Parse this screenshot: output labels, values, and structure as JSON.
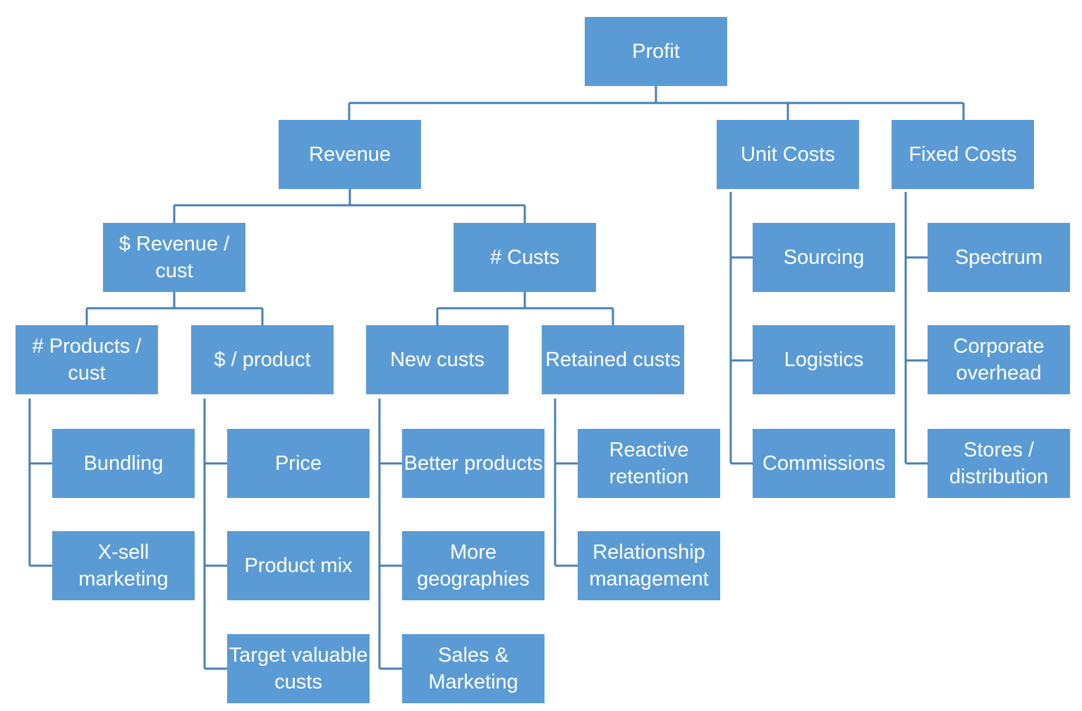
{
  "diagram": {
    "type": "tree",
    "colors": {
      "box_fill": "#5b9bd5",
      "text": "#ffffff",
      "connector": "#4a7fb5",
      "background": "#ffffff"
    },
    "nodes": {
      "profit": "Profit",
      "revenue": "Revenue",
      "unit_costs": "Unit Costs",
      "fixed_costs": "Fixed Costs",
      "revenue_per_cust": "$ Revenue / cust",
      "num_custs": "# Custs",
      "products_per_cust": "# Products / cust",
      "dollar_per_product": "$ / product",
      "new_custs": "New custs",
      "retained_custs": "Retained custs",
      "bundling": "Bundling",
      "xsell_marketing": "X-sell marketing",
      "price": "Price",
      "product_mix": "Product mix",
      "target_valuable_custs": "Target valuable custs",
      "better_products": "Better products",
      "more_geographies": "More geographies",
      "sales_marketing": "Sales & Marketing",
      "reactive_retention": "Reactive retention",
      "relationship_management": "Relationship management",
      "sourcing": "Sourcing",
      "logistics": "Logistics",
      "commissions": "Commissions",
      "spectrum": "Spectrum",
      "corporate_overhead": "Corporate overhead",
      "stores_distribution": "Stores / distribution"
    },
    "edges": [
      [
        "profit",
        "revenue"
      ],
      [
        "profit",
        "unit_costs"
      ],
      [
        "profit",
        "fixed_costs"
      ],
      [
        "revenue",
        "revenue_per_cust"
      ],
      [
        "revenue",
        "num_custs"
      ],
      [
        "revenue_per_cust",
        "products_per_cust"
      ],
      [
        "revenue_per_cust",
        "dollar_per_product"
      ],
      [
        "num_custs",
        "new_custs"
      ],
      [
        "num_custs",
        "retained_custs"
      ],
      [
        "products_per_cust",
        "bundling"
      ],
      [
        "products_per_cust",
        "xsell_marketing"
      ],
      [
        "dollar_per_product",
        "price"
      ],
      [
        "dollar_per_product",
        "product_mix"
      ],
      [
        "dollar_per_product",
        "target_valuable_custs"
      ],
      [
        "new_custs",
        "better_products"
      ],
      [
        "new_custs",
        "more_geographies"
      ],
      [
        "new_custs",
        "sales_marketing"
      ],
      [
        "retained_custs",
        "reactive_retention"
      ],
      [
        "retained_custs",
        "relationship_management"
      ],
      [
        "unit_costs",
        "sourcing"
      ],
      [
        "unit_costs",
        "logistics"
      ],
      [
        "unit_costs",
        "commissions"
      ],
      [
        "fixed_costs",
        "spectrum"
      ],
      [
        "fixed_costs",
        "corporate_overhead"
      ],
      [
        "fixed_costs",
        "stores_distribution"
      ]
    ]
  }
}
